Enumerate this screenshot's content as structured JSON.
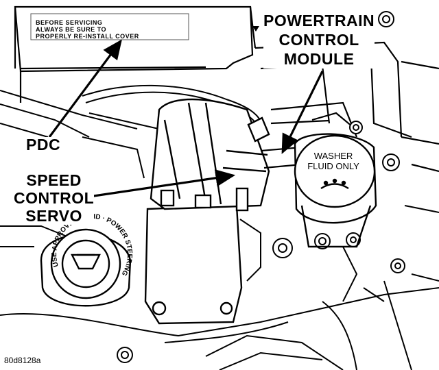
{
  "labels": {
    "pdc": "PDC",
    "speed_control_servo": [
      "SPEED",
      "CONTROL",
      "SERVO"
    ],
    "powertrain_control_module": [
      "POWERTRAIN",
      "CONTROL",
      "MODULE"
    ]
  },
  "pdc_notice": [
    "BEFORE SERVICING",
    "ALWAYS BE SURE TO",
    "PROPERLY RE-INSTALL COVER"
  ],
  "washer_cap": [
    "WASHER",
    "FLUID ONLY"
  ],
  "steering_cap": "USE APPROVED FLUID · POWER STEERING",
  "figure_code": "80d8128a",
  "colors": {
    "ink": "#000000",
    "paper": "#ffffff"
  }
}
